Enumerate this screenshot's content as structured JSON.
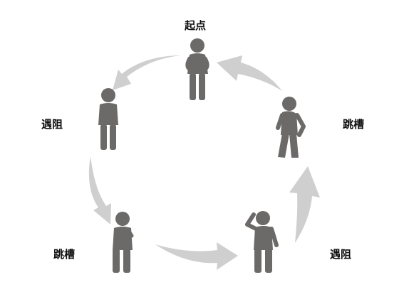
{
  "diagram": {
    "type": "cycle",
    "nodes": [
      {
        "label": "起点",
        "icon": "person-standing-hands-clasped-icon"
      },
      {
        "label": "跳槽",
        "icon": "person-walking-icon"
      },
      {
        "label": "遇阻",
        "icon": "person-scratching-head-icon"
      },
      {
        "label": "跳槽",
        "icon": "person-thinking-icon"
      },
      {
        "label": "遇阻",
        "icon": "person-arms-crossed-icon"
      }
    ],
    "colors": {
      "figure": "#6c6a69",
      "arrow": "#cfcfcf",
      "text": "#111111"
    }
  }
}
